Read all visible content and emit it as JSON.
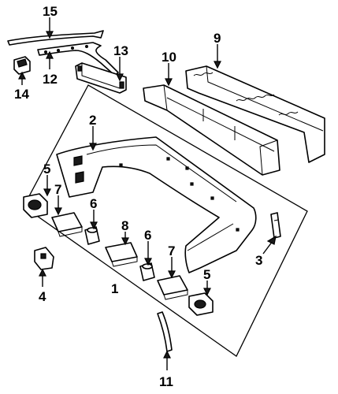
{
  "diagram": {
    "callouts": [
      {
        "id": "c15",
        "label": "15"
      },
      {
        "id": "c12",
        "label": "12"
      },
      {
        "id": "c14",
        "label": "14"
      },
      {
        "id": "c13",
        "label": "13"
      },
      {
        "id": "c10",
        "label": "10"
      },
      {
        "id": "c9",
        "label": "9"
      },
      {
        "id": "c2",
        "label": "2"
      },
      {
        "id": "c5a",
        "label": "5"
      },
      {
        "id": "c7a",
        "label": "7"
      },
      {
        "id": "c6a",
        "label": "6"
      },
      {
        "id": "c8",
        "label": "8"
      },
      {
        "id": "c6b",
        "label": "6"
      },
      {
        "id": "c7b",
        "label": "7"
      },
      {
        "id": "c5b",
        "label": "5"
      },
      {
        "id": "c3",
        "label": "3"
      },
      {
        "id": "c4",
        "label": "4"
      },
      {
        "id": "c1",
        "label": "1"
      },
      {
        "id": "c11",
        "label": "11"
      }
    ],
    "colors": {
      "ink": "#000000",
      "paper": "#ffffff"
    }
  }
}
